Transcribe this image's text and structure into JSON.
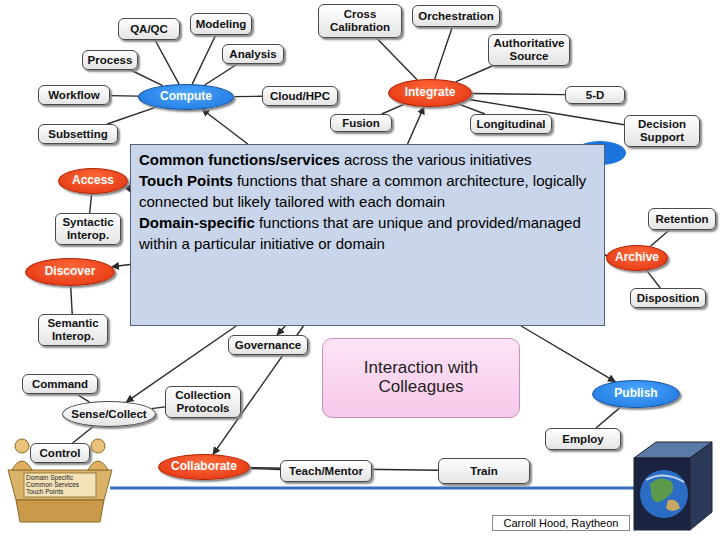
{
  "diagram": {
    "nodes": [
      {
        "text": [
          "Cross Calibration"
        ]
      },
      {
        "text": [
          "Orchestration"
        ]
      },
      {
        "text": [
          "QA/QC"
        ]
      },
      {
        "text": [
          "Modeling"
        ]
      },
      {
        "text": [
          "Authoritative Source"
        ]
      },
      {
        "text": [
          "Process"
        ]
      },
      {
        "text": [
          "Analysis"
        ]
      },
      {
        "text": [
          "Workflow"
        ]
      },
      {
        "text": [
          "Compute"
        ]
      },
      {
        "text": [
          "Cloud/HPC"
        ]
      },
      {
        "text": [
          "Integrate"
        ]
      },
      {
        "text": [
          "5-D"
        ]
      },
      {
        "text": [
          "Subsetting"
        ]
      },
      {
        "text": [
          "Fusion"
        ]
      },
      {
        "text": [
          "Longitudinal"
        ]
      },
      {
        "text": [
          "Decision Support"
        ]
      },
      {
        "text": [
          "Common functions/services",
          "across the various initiatives",
          "Touch Points",
          "functions that share a common architecture, logically connected but likely tailored with each domain",
          "Domain-specific",
          "functions that are unique and provided/managed within a particular initiative or domain"
        ]
      },
      {
        "text": [
          "Access"
        ]
      },
      {
        "text": [
          "Syntactic Interop."
        ]
      },
      {
        "text": [
          "Retention"
        ]
      },
      {
        "text": [
          "Archive"
        ]
      },
      {
        "text": [
          "Discover"
        ]
      },
      {
        "text": [
          "Disposition"
        ]
      },
      {
        "text": [
          "Semantic Interop."
        ]
      },
      {
        "text": [
          "Governance"
        ]
      },
      {
        "text": [
          "Interaction with Colleagues"
        ]
      },
      {
        "text": [
          "Command"
        ]
      },
      {
        "text": [
          "Collection Protocols"
        ]
      },
      {
        "text": [
          "Publish"
        ]
      },
      {
        "text": [
          "Sense/Collect"
        ]
      },
      {
        "text": [
          "Employ"
        ]
      },
      {
        "text": [
          "Control"
        ]
      },
      {
        "text": [
          "Collaborate"
        ]
      },
      {
        "text": [
          "Teach/Mentor"
        ]
      },
      {
        "text": [
          "Train"
        ]
      }
    ],
    "edges": [
      {
        "from": 8,
        "to": 2,
        "arrow": "none"
      },
      {
        "from": 8,
        "to": 3,
        "arrow": "none"
      },
      {
        "from": 8,
        "to": 5,
        "arrow": "none"
      },
      {
        "from": 8,
        "to": 6,
        "arrow": "none"
      },
      {
        "from": 8,
        "to": 7,
        "arrow": "none"
      },
      {
        "from": 8,
        "to": 9,
        "arrow": "none"
      },
      {
        "from": 8,
        "to": 12,
        "arrow": "none"
      },
      {
        "from": 10,
        "to": 0,
        "arrow": "none"
      },
      {
        "from": 10,
        "to": 1,
        "arrow": "none"
      },
      {
        "from": 10,
        "to": 4,
        "arrow": "none"
      },
      {
        "from": 10,
        "to": 11,
        "arrow": "none"
      },
      {
        "from": 10,
        "to": 13,
        "arrow": "none"
      },
      {
        "from": 10,
        "to": 14,
        "arrow": "none"
      },
      {
        "from": 10,
        "to": 15,
        "arrow": "none"
      },
      {
        "from": 17,
        "to": 18,
        "arrow": "none"
      },
      {
        "from": 21,
        "to": 23,
        "arrow": "none"
      },
      {
        "from": 20,
        "to": 19,
        "arrow": "none"
      },
      {
        "from": 20,
        "to": 22,
        "arrow": "none"
      },
      {
        "from": 29,
        "to": 26,
        "arrow": "none"
      },
      {
        "from": 29,
        "to": 31,
        "arrow": "none"
      },
      {
        "from": 29,
        "to": 27,
        "arrow": "none"
      },
      {
        "from": 32,
        "to": 33,
        "arrow": "none"
      },
      {
        "from": 32,
        "to": 34,
        "arrow": "none"
      },
      {
        "from": 28,
        "to": 30,
        "arrow": "none"
      },
      {
        "from": 16,
        "to": 8,
        "arrow": "to"
      },
      {
        "from": 16,
        "to": 10,
        "arrow": "to"
      },
      {
        "from": 16,
        "to": 17,
        "arrow": "to"
      },
      {
        "from": 16,
        "to": 21,
        "arrow": "to"
      },
      {
        "from": 16,
        "to": 20,
        "arrow": "to"
      },
      {
        "from": 16,
        "to": 24,
        "arrow": "to"
      },
      {
        "from": 16,
        "to": 29,
        "arrow": "to"
      },
      {
        "from": 16,
        "to": 32,
        "arrow": "to"
      },
      {
        "from": 16,
        "to": 28,
        "arrow": "to"
      }
    ],
    "labels": [
      "Carroll Hood, Raytheon",
      "Domain Specific",
      "Common Services",
      "Touch Points"
    ]
  }
}
